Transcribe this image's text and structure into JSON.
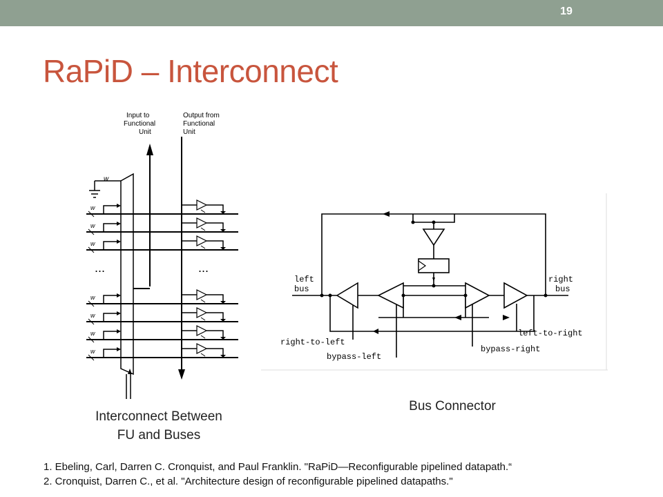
{
  "slide": {
    "number": "19",
    "title": "RaPiD – Interconnect"
  },
  "figure_left": {
    "input_label": [
      "Input to",
      "Functional",
      "Unit"
    ],
    "output_label": [
      "Output from",
      "Functional",
      "Unit"
    ],
    "width_label": "w",
    "ellipsis": "...",
    "caption": [
      "Interconnect Between",
      "FU and Buses"
    ]
  },
  "figure_right": {
    "labels": {
      "left_bus": [
        "left",
        "bus"
      ],
      "right_bus": [
        "right",
        "bus"
      ],
      "right_to_left": "right-to-left",
      "bypass_left": "bypass-left",
      "bypass_right": "bypass-right",
      "left_to_right": "left-to-right"
    },
    "caption": "Bus Connector"
  },
  "references": [
    "1. Ebeling, Carl, Darren C. Cronquist, and Paul Franklin. \"RaPiD—Reconfigurable pipelined datapath.“",
    "2. Cronquist, Darren C., et al. \"Architecture design of reconfigurable pipelined datapaths.\""
  ],
  "colors": {
    "header_bar": "#8fa091",
    "title": "#c8553d"
  }
}
